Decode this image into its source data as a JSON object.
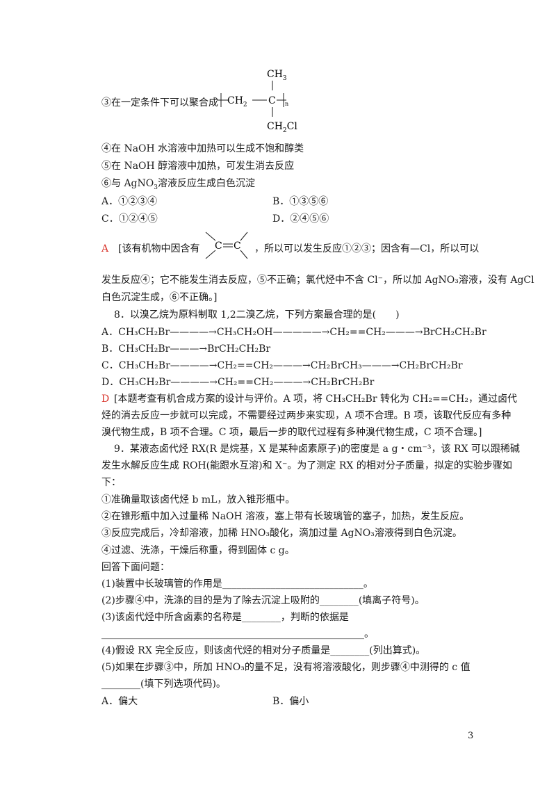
{
  "item3_prefix": "③在一定条件下可以聚合成",
  "polymer": {
    "ch3": "CH",
    "ch3_sub": "3",
    "ch2": "CH",
    "ch2_sub": "2",
    "c": "C",
    "n": "n",
    "ch2cl_a": "CH",
    "ch2cl_sub": "2",
    "ch2cl_b": "Cl"
  },
  "item4": "④在 NaOH 水溶液中加热可以生成不饱和醇类",
  "item5": "⑤在 NaOH 醇溶液中加热，可发生消去反应",
  "item6a": "⑥与 AgNO",
  "item6sub": "3",
  "item6b": "溶液反应生成白色沉淀",
  "optA": "A．①②③④",
  "optB": "B．①③⑤⑥",
  "optC": "C．①②④⑤",
  "optD": "D．②④⑤⑥",
  "ans7_letter": "A",
  "ans7_a": "[该有机物中因含有",
  "ans7_b": "，所以可以发生反应①②③；因含有—Cl，所以可以",
  "alkene_c": "C",
  "ans7_line2": "发生反应④；它不能发生消去反应，⑤不正确；氯代烃中不含 Cl⁻，所以加 AgNO₃溶液，没有 AgCl",
  "ans7_line3": "白色沉淀生成，⑥不正确。]",
  "q8": "8．以溴乙烷为原料制取 1,2­二溴乙烷，下列方案最合理的是(　　)",
  "q8A": "A．CH₃CH₂Br————→CH₃CH₂OH—————→CH₂==CH₂———→BrCH₂CH₂Br",
  "q8B": "B．CH₃CH₂Br———→BrCH₂CH₂Br",
  "q8C": "C．CH₃CH₂Br————→CH₂==CH₂———→CH₂BrCH₃———→CH₂BrCH₂Br",
  "q8D": "D．CH₃CH₂Br————→CH₂==CH₂———→CH₂BrCH₂Br",
  "ans8_letter": "D",
  "ans8_1": "[本题考查有机合成方案的设计与评价。A 项，将 CH₃CH₂Br 转化为 CH₂==CH₂，通过卤代",
  "ans8_2": "烃的消去反应一步就可以完成，不需要经过两步来实现，A 项不合理。B 项，该取代反应有多种",
  "ans8_3": "溴代物生成，B 项不合理。C 项，最后一步的取代过程有多种溴代物生成，C 项不合理。]",
  "q9_1": "9．某液态卤代烃 RX(R 是烷基，X 是某种卤素原子)的密度是 a g・cm⁻³，该 RX 可以跟稀碱",
  "q9_2": "发生水解反应生成 ROH(能跟水互溶)和 X⁻。为了测定 RX 的相对分子质量，拟定的实验步骤如",
  "q9_3": "下：",
  "s1": "①准确量取该卤代烃 b mL，放入锥形瓶中。",
  "s2": "②在锥形瓶中加入过量稀 NaOH 溶液，塞上带有长玻璃管的塞子，加热，发生反应。",
  "s3": "③反应完成后，冷却溶液，加稀 HNO₃酸化，滴加过量 AgNO₃溶液得到白色沉淀。",
  "s4": "④过滤、洗涤，干燥后称重，得到固体 c g。",
  "ask": "回答下面问题：",
  "p1": "(1)装置中长玻璃管的作用是_____________________________。",
  "p2": "(2)步骤④中，洗涤的目的是为了除去沉淀上吸附的________(填离子符号)。",
  "p3": "(3)该卤代烃中所含卤素的名称是________，判断的依据是",
  "p3b": "______________________________________________________。",
  "p4": "(4)假设 RX 完全反应，则该卤代烃的相对分子质量是________(列出算式)。",
  "p5a": "(5)如果在步骤③中，所加 HNO₃的量不足，没有将溶液酸化，则步骤④中测得的 c 值",
  "p5b": "________(填下列选项代码)。",
  "p5A": "A．偏大",
  "p5B": "B．偏小",
  "page_number": "3"
}
